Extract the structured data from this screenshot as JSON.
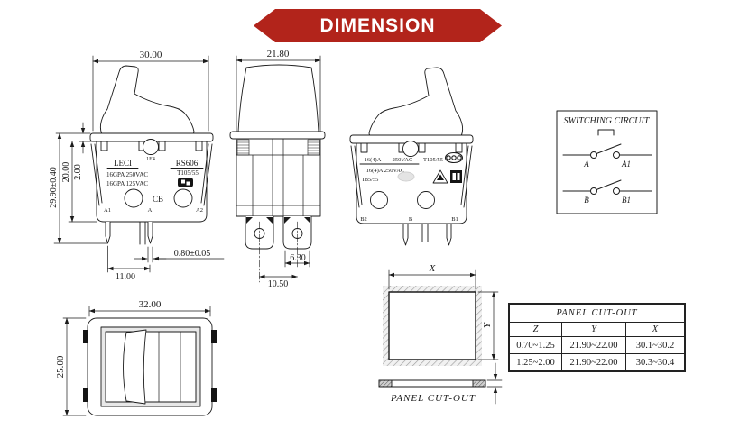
{
  "banner": {
    "label": "DIMENSION",
    "color": "#b2241b"
  },
  "front_view_a": {
    "dim_width": "30.00",
    "dim_height_total": "29.90±0.40",
    "dim_height_body": "20.00",
    "dim_flange": "2.00",
    "dim_pin_spacing": "11.00",
    "dim_pin_thickness": "0.80±0.05",
    "brand": "LECI",
    "code": "1E4",
    "model": "RS606",
    "rating_line1": "16GPA 250VAC",
    "rating_line2": "16GPA 125VAC",
    "temp_rating": "T105/55",
    "cb_mark": "CB",
    "terminals": [
      "A1",
      "A",
      "A2"
    ]
  },
  "side_view": {
    "dim_width": "21.80",
    "dim_terminal": "6.30",
    "dim_terminal_spacing": "10.50"
  },
  "front_view_b": {
    "rating_line1a": "16(4)A",
    "rating_line1b": "250VAC",
    "rating_line1c": "T105/55",
    "rating_line2": "16(4)A 250VAC",
    "rating_line3": "T85/55",
    "terminals": [
      "B2",
      "B",
      "B1"
    ]
  },
  "top_view": {
    "dim_width": "32.00",
    "dim_height": "25.00"
  },
  "switching_circuit": {
    "title": "SWITCHING CIRCUIT",
    "labels": {
      "a": "A",
      "a1": "A1",
      "b": "B",
      "b1": "B1"
    }
  },
  "panel_cutout_drawing": {
    "dim_x": "X",
    "dim_y": "Y",
    "caption": "PANEL CUT-OUT"
  },
  "cutout_table": {
    "title": "PANEL CUT-OUT",
    "headers": [
      "Z",
      "Y",
      "X"
    ],
    "rows": [
      [
        "0.70~1.25",
        "21.90~22.00",
        "30.1~30.2"
      ],
      [
        "1.25~2.00",
        "21.90~22.00",
        "30.3~30.4"
      ]
    ]
  }
}
